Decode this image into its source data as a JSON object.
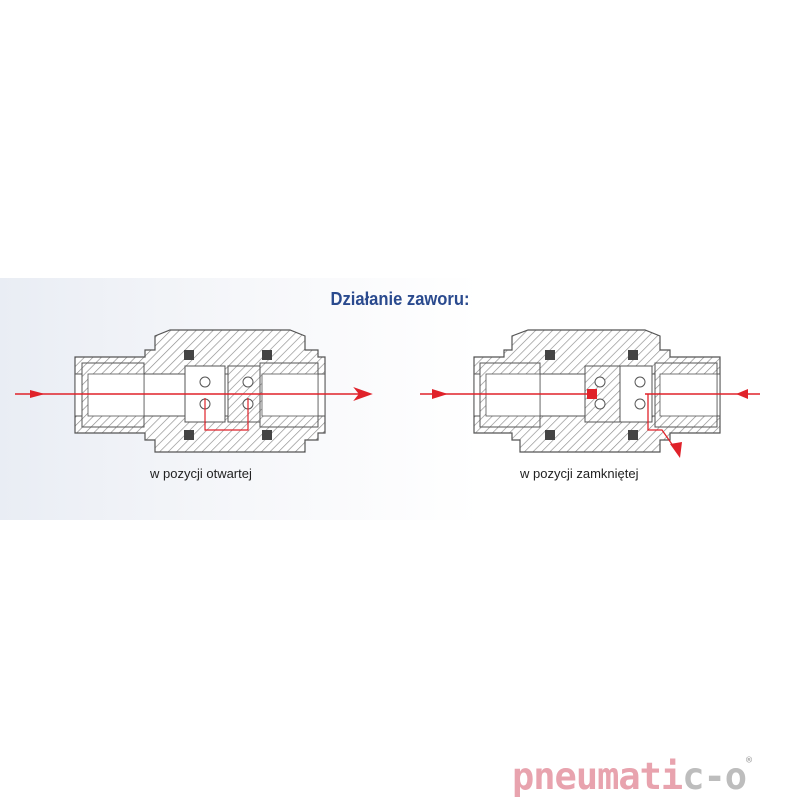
{
  "title": "Działanie zaworu:",
  "panels": [
    {
      "id": "open",
      "caption": "w pozycji otwartej"
    },
    {
      "id": "closed",
      "caption": "w pozycji zamkniętej"
    }
  ],
  "logo": {
    "main": "pneumati",
    "tail": "c-o",
    "mark": "®"
  },
  "colors": {
    "flow": "#e0222a",
    "outline": "#555555",
    "hatch": "#8a8a8a",
    "title": "#2a4a8e"
  }
}
